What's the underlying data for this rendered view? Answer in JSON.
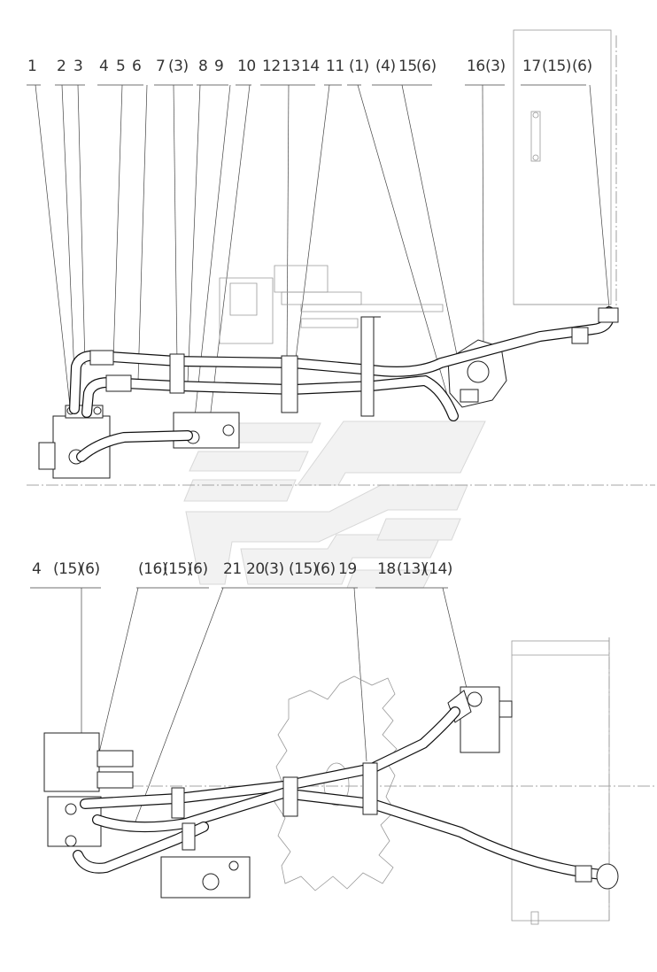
{
  "top_view": {
    "callouts": [
      "1",
      "2",
      "3",
      "4",
      "5",
      "6",
      "7",
      "(3)",
      "8",
      "9",
      "10",
      "12",
      "13",
      "14",
      "11",
      "(1)",
      "(4)",
      "15",
      "(6)",
      "16",
      "(3)",
      "17",
      "(15)",
      "(6)"
    ]
  },
  "bottom_view": {
    "callouts": [
      "4",
      "(15)",
      "(6)",
      "(16)",
      "(15)",
      "(6)",
      "21",
      "20",
      "(3)",
      "(15)",
      "(6)",
      "19",
      "18",
      "(13)",
      "(14)"
    ]
  }
}
